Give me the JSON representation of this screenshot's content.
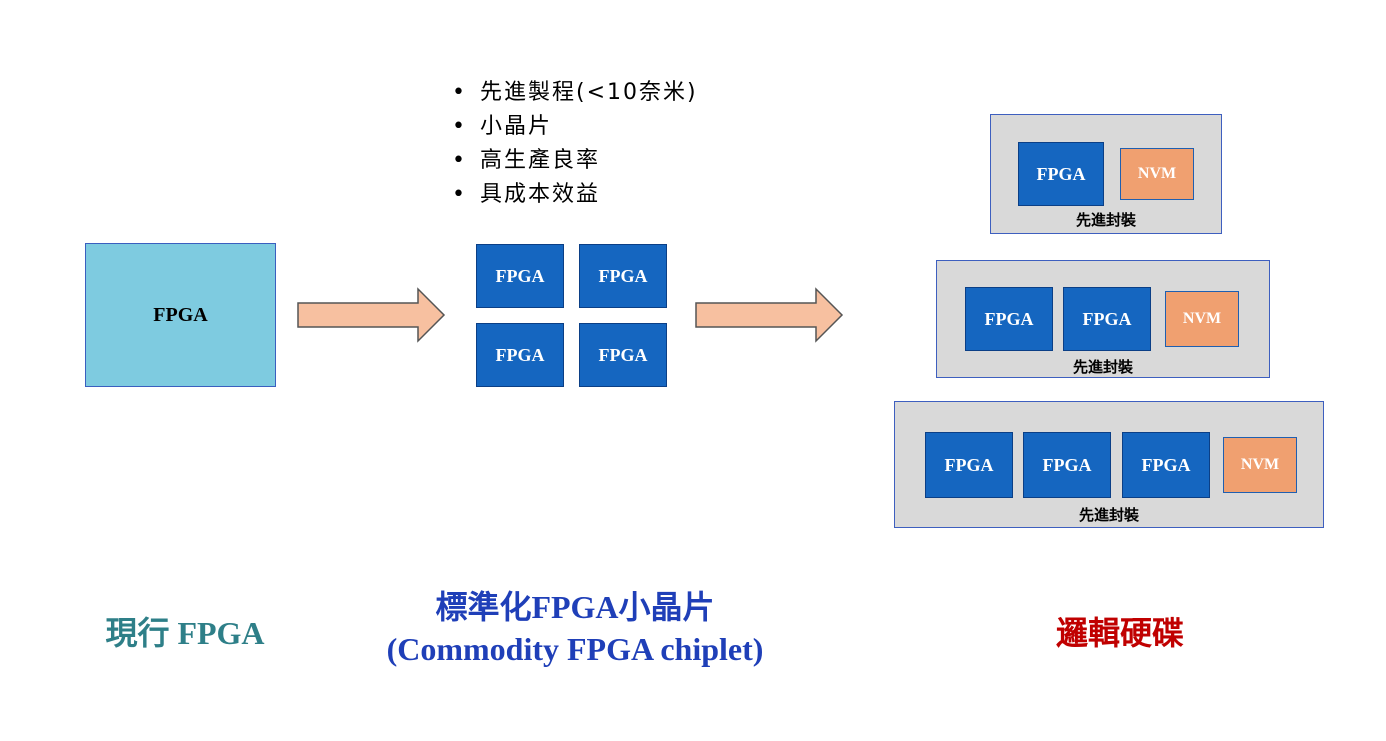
{
  "current": {
    "chip_label": "FPGA",
    "caption": "現行 FPGA"
  },
  "chiplet": {
    "bullets": [
      "先進製程(<10奈米)",
      "小晶片",
      "高生產良率",
      "具成本效益"
    ],
    "chips": [
      "FPGA",
      "FPGA",
      "FPGA",
      "FPGA"
    ],
    "caption_line1": "標準化FPGA小晶片",
    "caption_line2": "(Commodity FPGA chiplet)"
  },
  "logic_drive": {
    "packages": [
      {
        "chips": [
          "FPGA"
        ],
        "nvm": "NVM",
        "label": "先進封裝"
      },
      {
        "chips": [
          "FPGA",
          "FPGA"
        ],
        "nvm": "NVM",
        "label": "先進封裝"
      },
      {
        "chips": [
          "FPGA",
          "FPGA",
          "FPGA"
        ],
        "nvm": "NVM",
        "label": "先進封裝"
      }
    ],
    "caption": "邏輯硬碟"
  },
  "colors": {
    "current_fpga_fill": "#7ecbe0",
    "chip_fill": "#1566c0",
    "nvm_fill": "#f0a070",
    "package_fill": "#d9d9d9",
    "arrow_fill": "#f7c0a0",
    "caption_current": "#2e7f88",
    "caption_chiplet": "#1f3fb8",
    "caption_logic_drive": "#c00000"
  }
}
